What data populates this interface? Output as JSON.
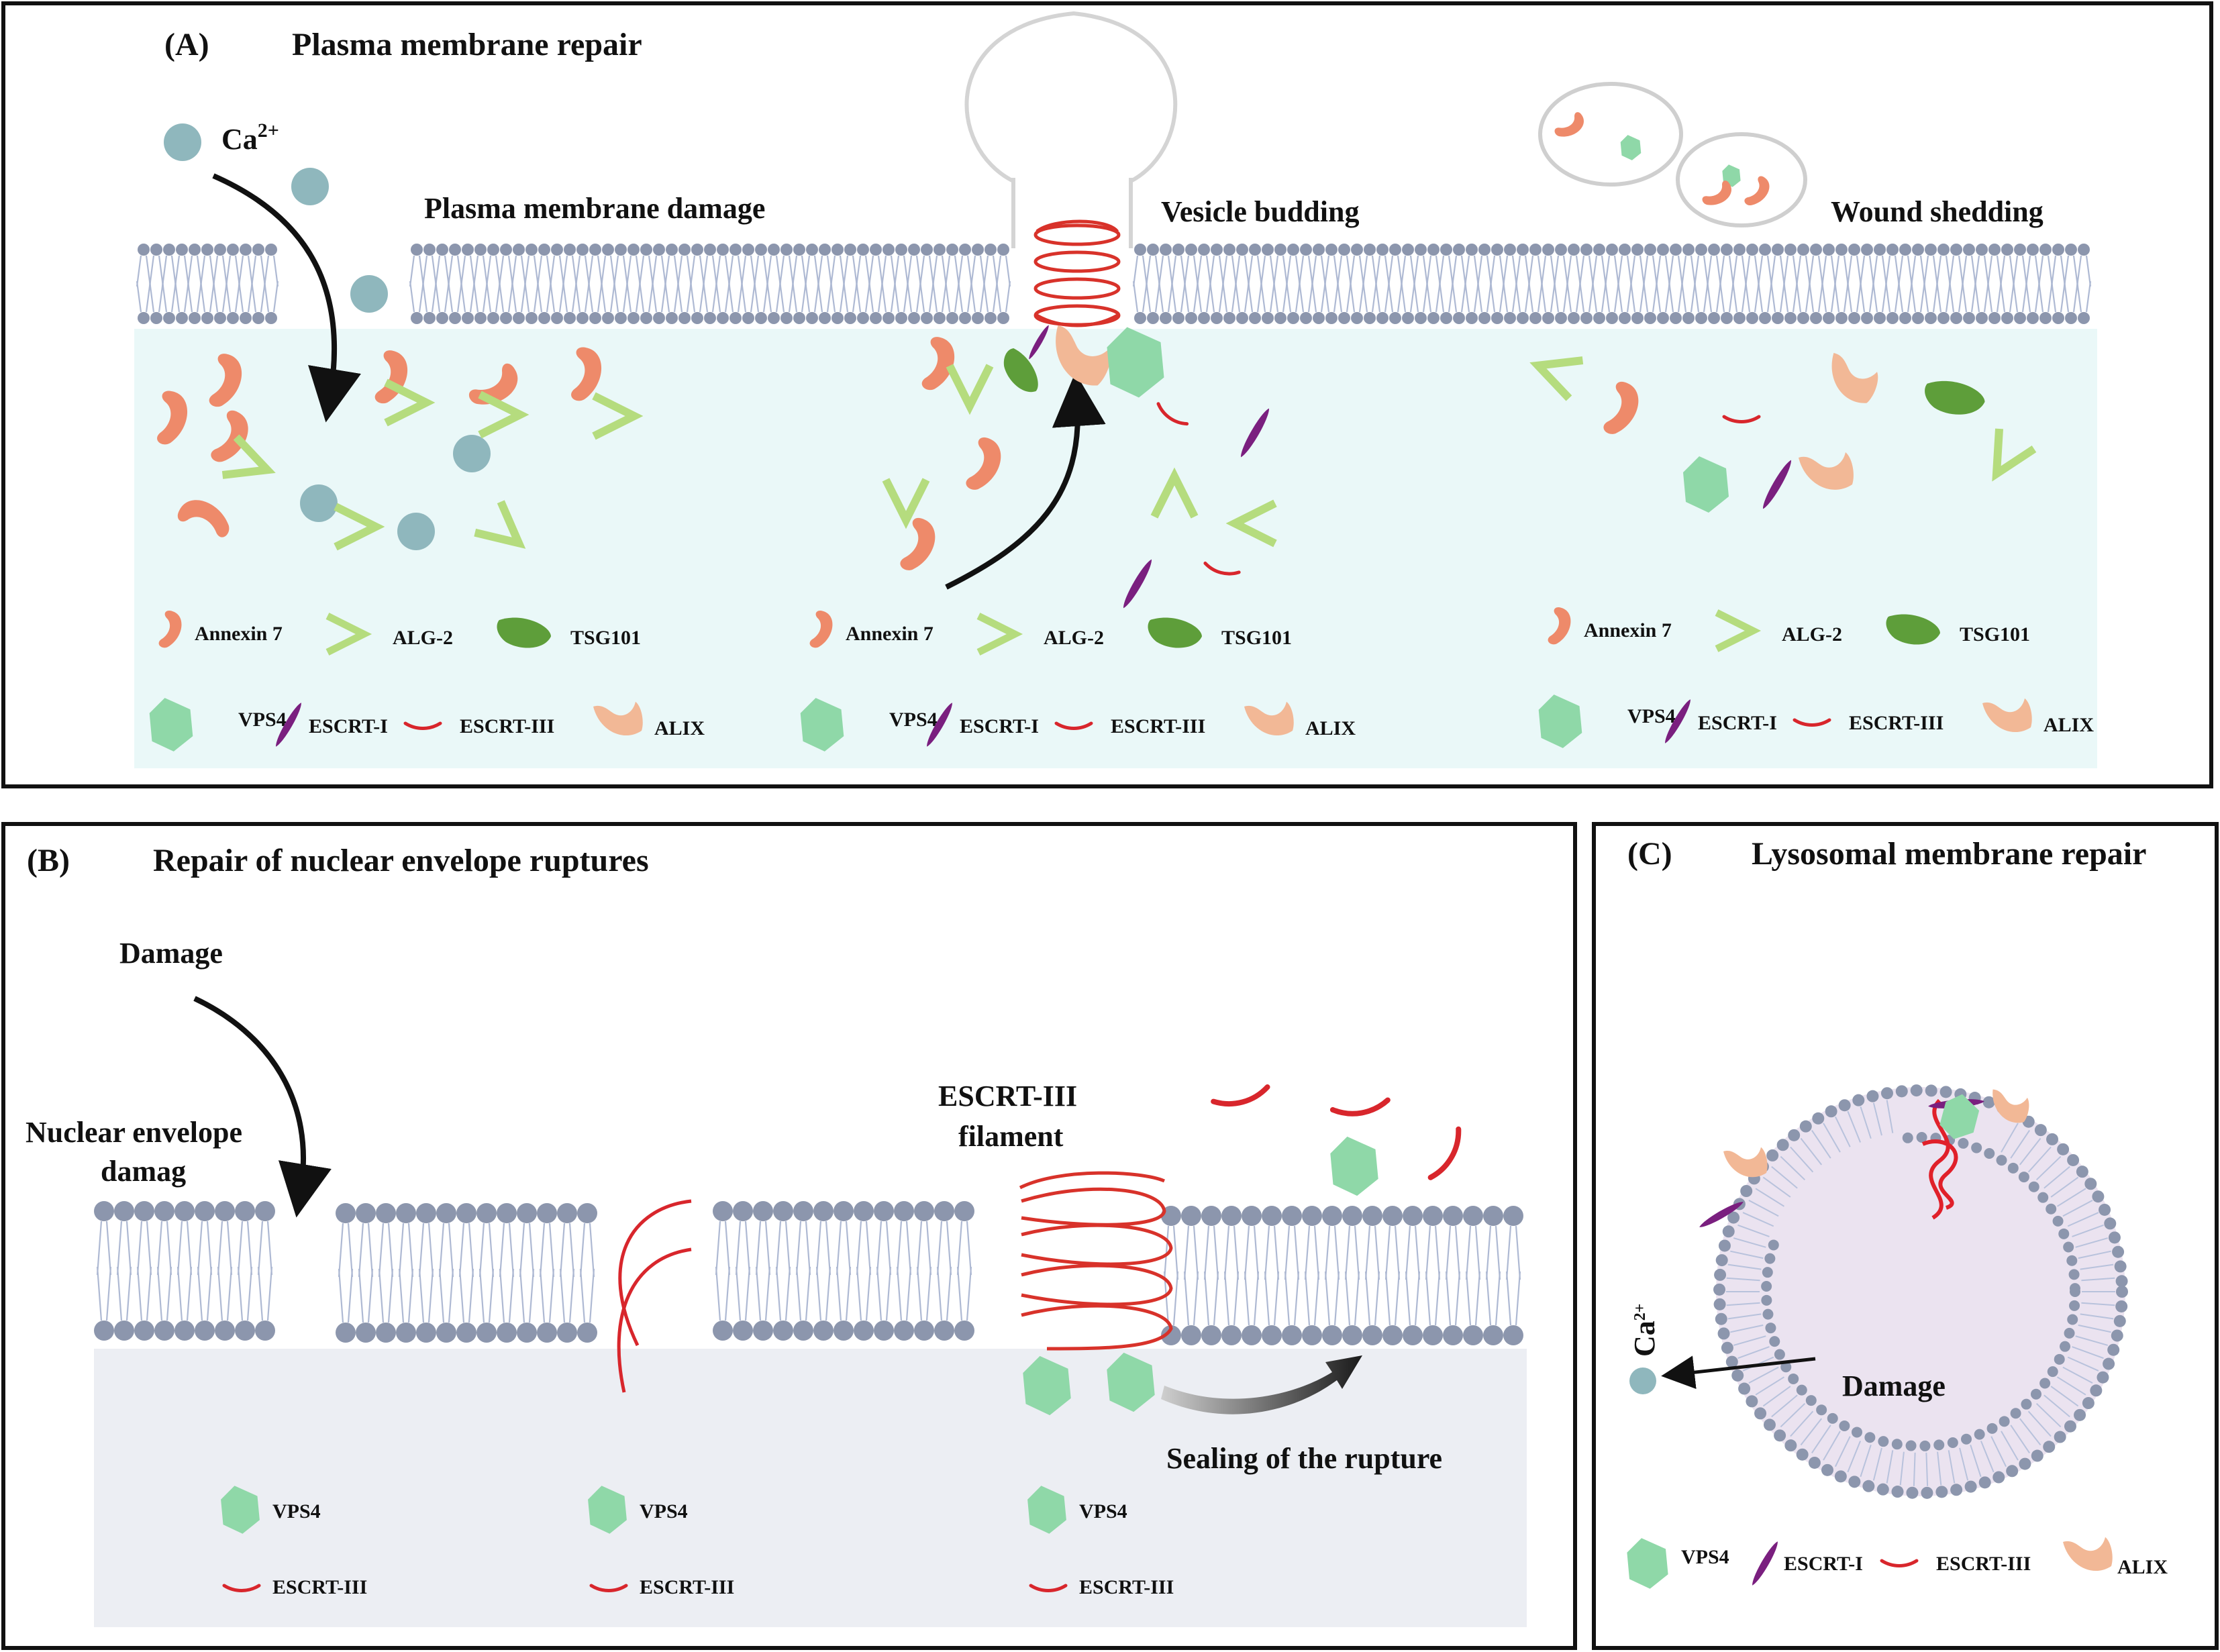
{
  "panels": {
    "a": {
      "tag": "(A)",
      "title": "Plasma membrane repair",
      "ion": "Ca",
      "ion_charge": "2+",
      "stage_labels": [
        "Plasma membrane damage",
        "Vesicle budding",
        "Wound shedding"
      ]
    },
    "b": {
      "tag": "(B)",
      "title": "Repair of nuclear envelope  ruptures",
      "damage_label": "Damage",
      "envelope_label_1": "Nuclear envelope",
      "envelope_label_2": "damag",
      "filament_label_1": "ESCRT-III",
      "filament_label_2": "filament",
      "sealing_label": "Sealing of the rupture"
    },
    "c": {
      "tag": "(C)",
      "title": "Lysosomal membrane repair",
      "ion": "Ca",
      "ion_charge": "2+",
      "damage_label": "Damage"
    }
  },
  "legend": {
    "annexin7": "Annexin 7",
    "alg2": "ALG-2",
    "tsg101": "TSG101",
    "vps4": "VPS4",
    "escrt1": "ESCRT-I",
    "escrt3": "ESCRT-III",
    "alix": "ALIX"
  },
  "colors": {
    "annexin": "#ee8a6a",
    "alg2": "#b5dc7e",
    "tsg101": "#5e9e3a",
    "vps4": "#8fd8a8",
    "escrt1": "#7a1f7f",
    "escrt3": "#d8262c",
    "alix": "#f2b896",
    "ca": "#8fb7bd",
    "lipid_head": "#8c96ad",
    "cytosol_a": "#eaf8f8",
    "nucleus_b": "#eceef3",
    "lumen_c": "#ebe3f0"
  }
}
